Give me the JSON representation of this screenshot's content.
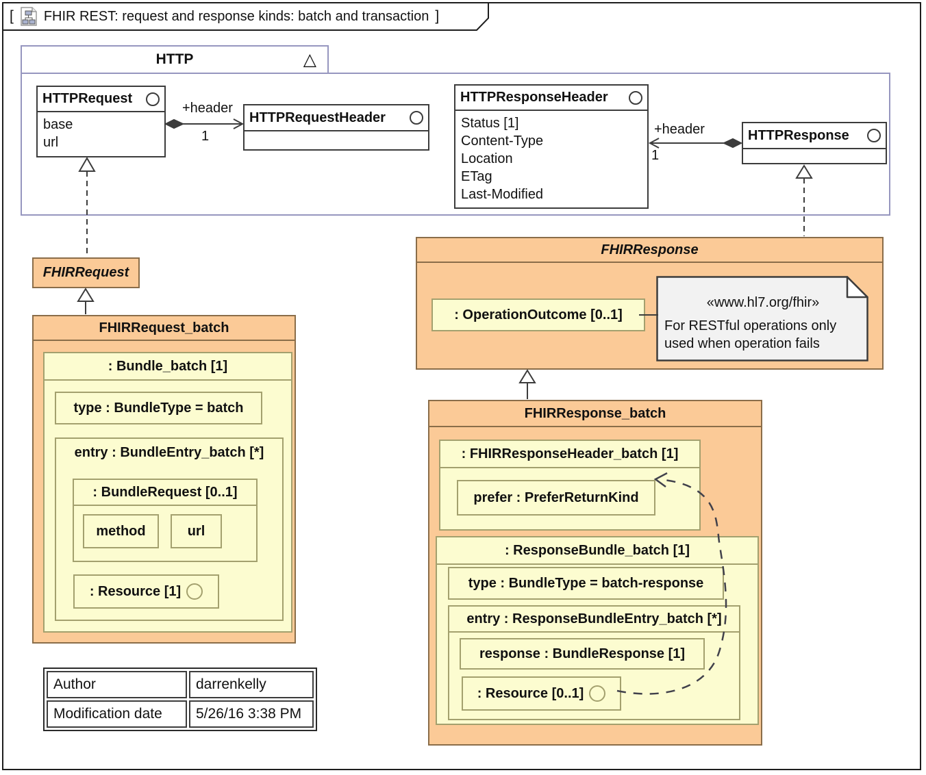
{
  "diagram": {
    "title_prefix": "[",
    "title": "FHIR REST: request and response kinds: batch and transaction",
    "title_suffix": "]"
  },
  "http_package": {
    "name": "HTTP",
    "triangle": "△",
    "request": {
      "name": "HTTPRequest",
      "attrs": [
        "base",
        "url"
      ]
    },
    "request_header": {
      "name": "HTTPRequestHeader"
    },
    "response_header": {
      "name": "HTTPResponseHeader",
      "attrs": [
        "Status [1]",
        "Content-Type",
        "Location",
        "ETag",
        "Last-Modified"
      ]
    },
    "response": {
      "name": "HTTPResponse"
    },
    "assoc_request": {
      "label": "+header",
      "multiplicity": "1"
    },
    "assoc_response": {
      "label": "+header",
      "multiplicity": "1"
    }
  },
  "fhir_request": {
    "name": "FHIRRequest"
  },
  "fhir_request_batch": {
    "name": "FHIRRequest_batch",
    "bundle": {
      "name": ": Bundle_batch [1]",
      "type": "type : BundleType = batch",
      "entry": {
        "name": "entry : BundleEntry_batch [*]",
        "bundle_request": {
          "name": ": BundleRequest [0..1]",
          "method": "method",
          "url": "url"
        },
        "resource": ": Resource [1]"
      }
    }
  },
  "fhir_response": {
    "name": "FHIRResponse",
    "operation_outcome": ": OperationOutcome [0..1]",
    "note": {
      "stereotype": "«www.hl7.org/fhir»",
      "line1": "For RESTful operations only",
      "line2": "used when operation fails"
    }
  },
  "fhir_response_batch": {
    "name": "FHIRResponse_batch",
    "header": {
      "name": ": FHIRResponseHeader_batch [1]",
      "prefer": "prefer : PreferReturnKind"
    },
    "bundle": {
      "name": ": ResponseBundle_batch [1]",
      "type": "type : BundleType = batch-response",
      "entry": {
        "name": "entry : ResponseBundleEntry_batch [*]",
        "response": "response : BundleResponse [1]",
        "resource": ": Resource [0..1]"
      }
    }
  },
  "info_table": {
    "rows": [
      {
        "label": "Author",
        "value": "darrenkelly"
      },
      {
        "label": "Modification date",
        "value": "5/26/16 3:38 PM"
      }
    ]
  },
  "colors": {
    "orange_fill": "#fbca97",
    "orange_border": "#8a6d49",
    "yellow_fill": "#fcfcd0",
    "yellow_border": "#a3a06e",
    "package_border": "#9696bf",
    "class_border": "#3c3c3c",
    "note_fill": "#f2f2f2",
    "frame_border": "#1d1d1d"
  }
}
